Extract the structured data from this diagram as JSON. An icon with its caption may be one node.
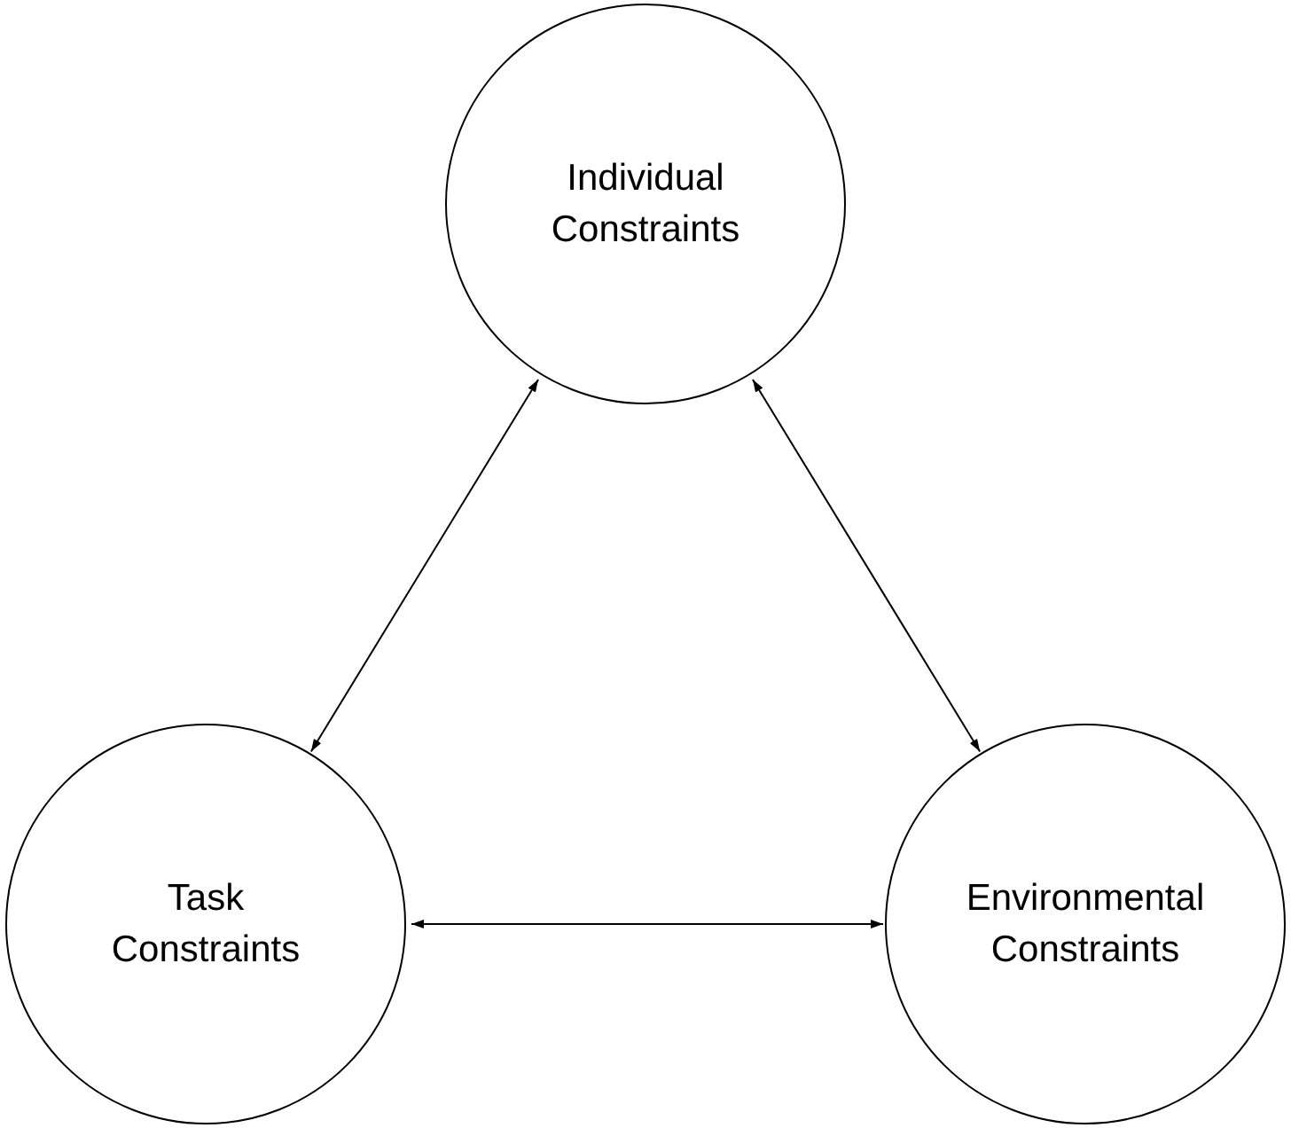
{
  "diagram": {
    "nodes": [
      {
        "text": [
          "Individual Constraints"
        ]
      },
      {
        "text": [
          "Task Constraints"
        ]
      },
      {
        "text": [
          "Environmental Constraints"
        ]
      }
    ],
    "edges": [
      {
        "from": 0,
        "to": 1,
        "arrow": "both"
      },
      {
        "from": 0,
        "to": 2,
        "arrow": "both"
      },
      {
        "from": 1,
        "to": 2,
        "arrow": "both"
      }
    ]
  }
}
